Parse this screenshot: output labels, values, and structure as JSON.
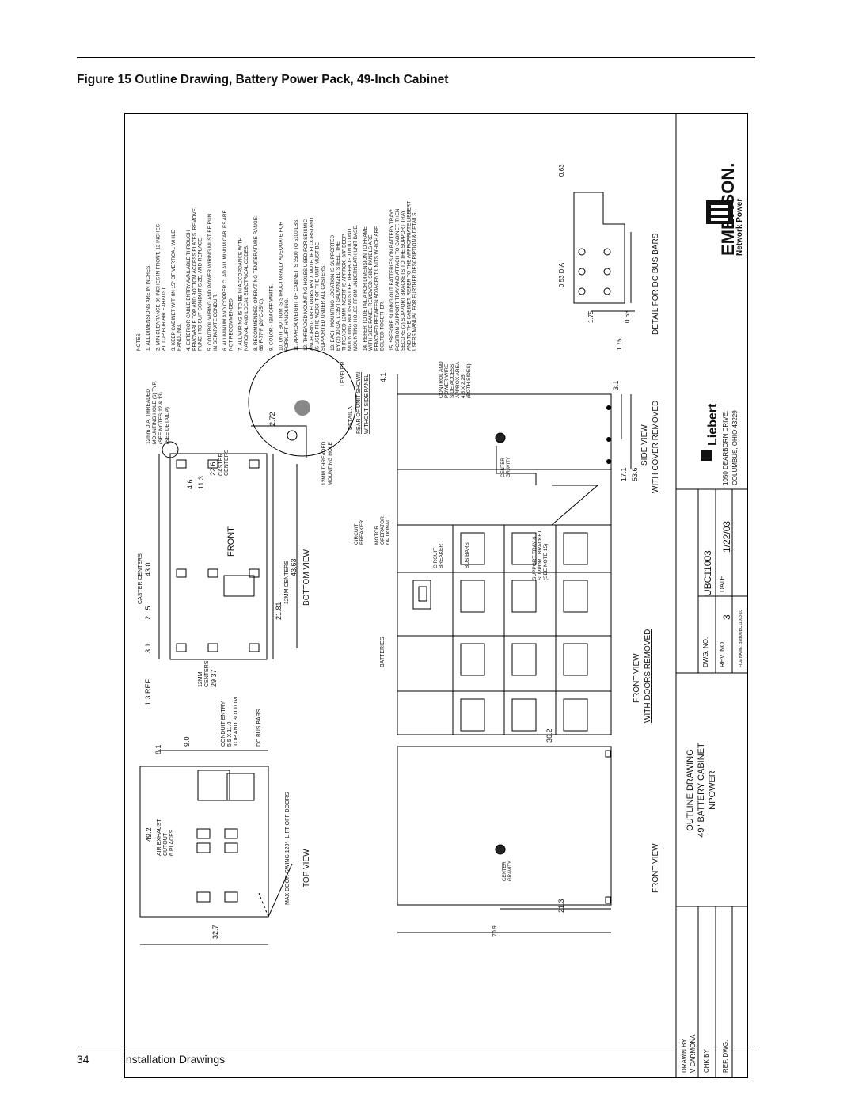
{
  "page": {
    "figure_title": "Figure 15  Outline Drawing, Battery Power Pack, 49-Inch Cabinet",
    "page_number": "34",
    "section": "Installation Drawings"
  },
  "drawing": {
    "notes_heading": "NOTES:",
    "notes": [
      "1.  ALL DIMENSIONS ARE IN INCHES.",
      "2.  MIN CLEARANCE 36 INCHES IN FRONT, 12 INCHES",
      "     AT TOP FOR AIR EXHAUST.",
      "3.  KEEP CABINET WITHIN 15° OF VERTICAL WHILE",
      "     HANDLING.",
      "4.  EXTERIOR CABLE ENTRY AVAILABLE THROUGH",
      "     REMOVABLE TOP AND BOTTOM ACCESS PLATES. REMOVE,",
      "     PUNCH TO SUIT CONDUIT SIZE, AND REPLACE.",
      "5.  CONTROL WIRING AND POWER WIRING MUST BE RUN",
      "     IN SEPARATE CONDUIT.",
      "6.  ALUMINUM AND COPPER CLAD ALUMINUM CABLES ARE",
      "     NOT RECOMMENDED.",
      "7.  ALL WIRING IS TO BE IN ACCORDANCE WITH",
      "     NATIONAL AND LOCAL ELECTRICAL CODES.",
      "8.  RECOMMENDED OPERATING TEMPERATURE RANGE:",
      "     68°F-77°F (20°C-25°C).",
      "9.  COLOR - IBM OFF WHITE.",
      "10.  UNIT BOTTOM IS STRUCTURALLY ADEQUATE FOR",
      "     FORKLIFT HANDLING.",
      "11.  APPROX WEIGHT OF CABINET IS 3500 TO 5100 LBS.",
      "12. THREADED MOUNTING HOLES USED FOR SEISMIC",
      "     ANCHORING OR FLOORSTAND. NOTE, IF FLOORSTAND",
      "     IS USED THE WEIGHT OF THE UNIT MUST BE",
      "     SUPPORTED UNDER ALL CASTERS.",
      "13. EACH MOUNTING LOCATION IS SUPPORTED",
      "     BY (2) 10 GA. (.135\") GALVANIZED STEEL. THE",
      "     THREADED 12MM INSERT IS APPROX. 3/4\" DEEP.",
      "     MOUNTING BOLTS MUST BE THREADED INTO UNIT",
      "     MOUNTING HOLES FROM UNDERNEATH UNIT BASE.",
      "14. REFER TO DETAIL A FOR DIMENSION TO FRAME",
      "     WITH SIDE PANEL REMOVED. SIDE PANELS ARE",
      "     REMOVED BETWEEN ADJACENT UNITS WHICH ARE",
      "     BOLTED TOGETHER.",
      "15. *BEFORE SLIDING OUT BATTERIES ON BATTERY TRAY*",
      "     POSITION SUPPORT TRAY AND ATTACH TO CABINET. THEN",
      "     SECURE (2) SUPPORT BRACKETS TO THE SUPPORT TRAY",
      "     AND TO THE CABINET. REFER TO THE APPROPRIATE LIEBERT",
      "     USERS MANUAL FOR FURTHER DESCRIPTION & DETAILS."
    ],
    "views": {
      "top_view": "TOP VIEW",
      "bottom_view": "BOTTOM VIEW",
      "front": "FRONT",
      "front_view": "FRONT VIEW",
      "front_view_doors_1": "FRONT VIEW",
      "front_view_doors_2": "WITH DOORS REMOVED",
      "side_view_1": "SIDE VIEW",
      "side_view_2": "WITH COVER REMOVED",
      "detail_bus": "DETAIL FOR DC BUS BARS",
      "detail_a_1": "DETAIL A",
      "detail_a_2": "REAR OF UNIT SHOWN",
      "detail_a_3": "WITHOUT SIDE PANEL"
    },
    "dimensions": {
      "d49_2": "49.2",
      "d32_7": "32.7",
      "d8_1": "8.1",
      "d9_0": "9.0",
      "d1_3ref": "1.3  REF",
      "d3_1": "3.1",
      "d21_5": "21.5",
      "d43_0": "43.0",
      "d29_37": "29.37",
      "d21_81": "21.81",
      "d43_63": "43.63",
      "d4_6": "4.6",
      "d11_3": "11.3",
      "d22_6": "22.6",
      "d2_72": "2.72",
      "d4_1": "4.1",
      "d70_9": "70.9",
      "d21_3": "21.3",
      "d36_2": "36.2",
      "d53_6": "53.6",
      "d17_1": "17.1",
      "d3_1b": "3.1",
      "d1_75a": "1.75",
      "d1_75b": "1.75",
      "d0_63a": "0.63",
      "d0_63b": "0.63",
      "d0_53dia": "0.53 DIA"
    },
    "labels": {
      "air_exhaust": "AIR EXHAUST",
      "cutout": "CUTOUT",
      "six_places": "6 PLACES",
      "conduit_entry": "CONDUIT ENTRY",
      "conduit_size": "5.5 X 11.0",
      "top_bottom": "TOP AND BOTTOM",
      "dc_bus_bars": "DC BUS BARS",
      "door_swing": "MAX DOOR SWING 120°- LIFT OFF DOORS",
      "caster_centers": "CASTER CENTERS",
      "mm12_centers": "12MM CENTERS",
      "mm12": "12MM",
      "centers": "CENTERS",
      "caster_centers2": "CASTER",
      "centers2": "CENTERS",
      "threaded_hole_1": "12mm DIA. THREADED",
      "threaded_hole_2": "MOUNTING HOLE (6) TYP.",
      "threaded_hole_3": "(SEE NOTES 12 & 13)",
      "threaded_hole_4": "(SEE DETAIL A)",
      "mm12_threaded": "12MM THREADED",
      "mounting_hole": "MOUNTING HOLE",
      "leveler": "LEVELER",
      "batteries": "BATTERIES",
      "circuit": "CIRCUIT",
      "breaker": "BREAKER",
      "motor": "MOTOR",
      "operator": "OPERATOR",
      "optional": "OPTIONAL",
      "circuit2": "CIRCUIT",
      "breaker2": "BREAKER",
      "bus_bars": "BUS BARS",
      "support_tray_1": "SUPPORT TRAY &",
      "support_tray_2": "SUPPORT BRACKET",
      "support_tray_3": "(SEE NOTE 15)",
      "control_1": "CONTROL AND",
      "control_2": "POWER WIRE",
      "control_3": "SIDE ACCESS",
      "control_4": "APPROX AREA",
      "control_5": "4.5 X 2.25",
      "control_6": "(BOTH SIDES)",
      "center": "CENTER",
      "gravity": "GRAVITY"
    },
    "title_block": {
      "drawn_by_label": "DRAWN BY",
      "drawn_by": "V CARMONA",
      "chk_by_label": "CHK BY",
      "ref_dwg_label": "REF. DWG.",
      "title_1": "OUTLINE DRAWING",
      "title_2": "49\" BATTERY CABINET",
      "title_3": "NPOWER",
      "dwg_no_label": "DWG. NO.",
      "dwg_no": "UBC11003",
      "rev_no_label": "REV. NO.",
      "rev_no": "3",
      "date_label": "DATE",
      "date": "1/22/03",
      "address_1": "1050 DEARBORN DRIVE,",
      "address_2": "COLUMBUS, OHIO 43229",
      "liebert": "Liebert",
      "emerson": "EMERSON.",
      "network_power": "Network Power",
      "file_name": "FILE NAME: Batts/UBC11003-03"
    }
  }
}
